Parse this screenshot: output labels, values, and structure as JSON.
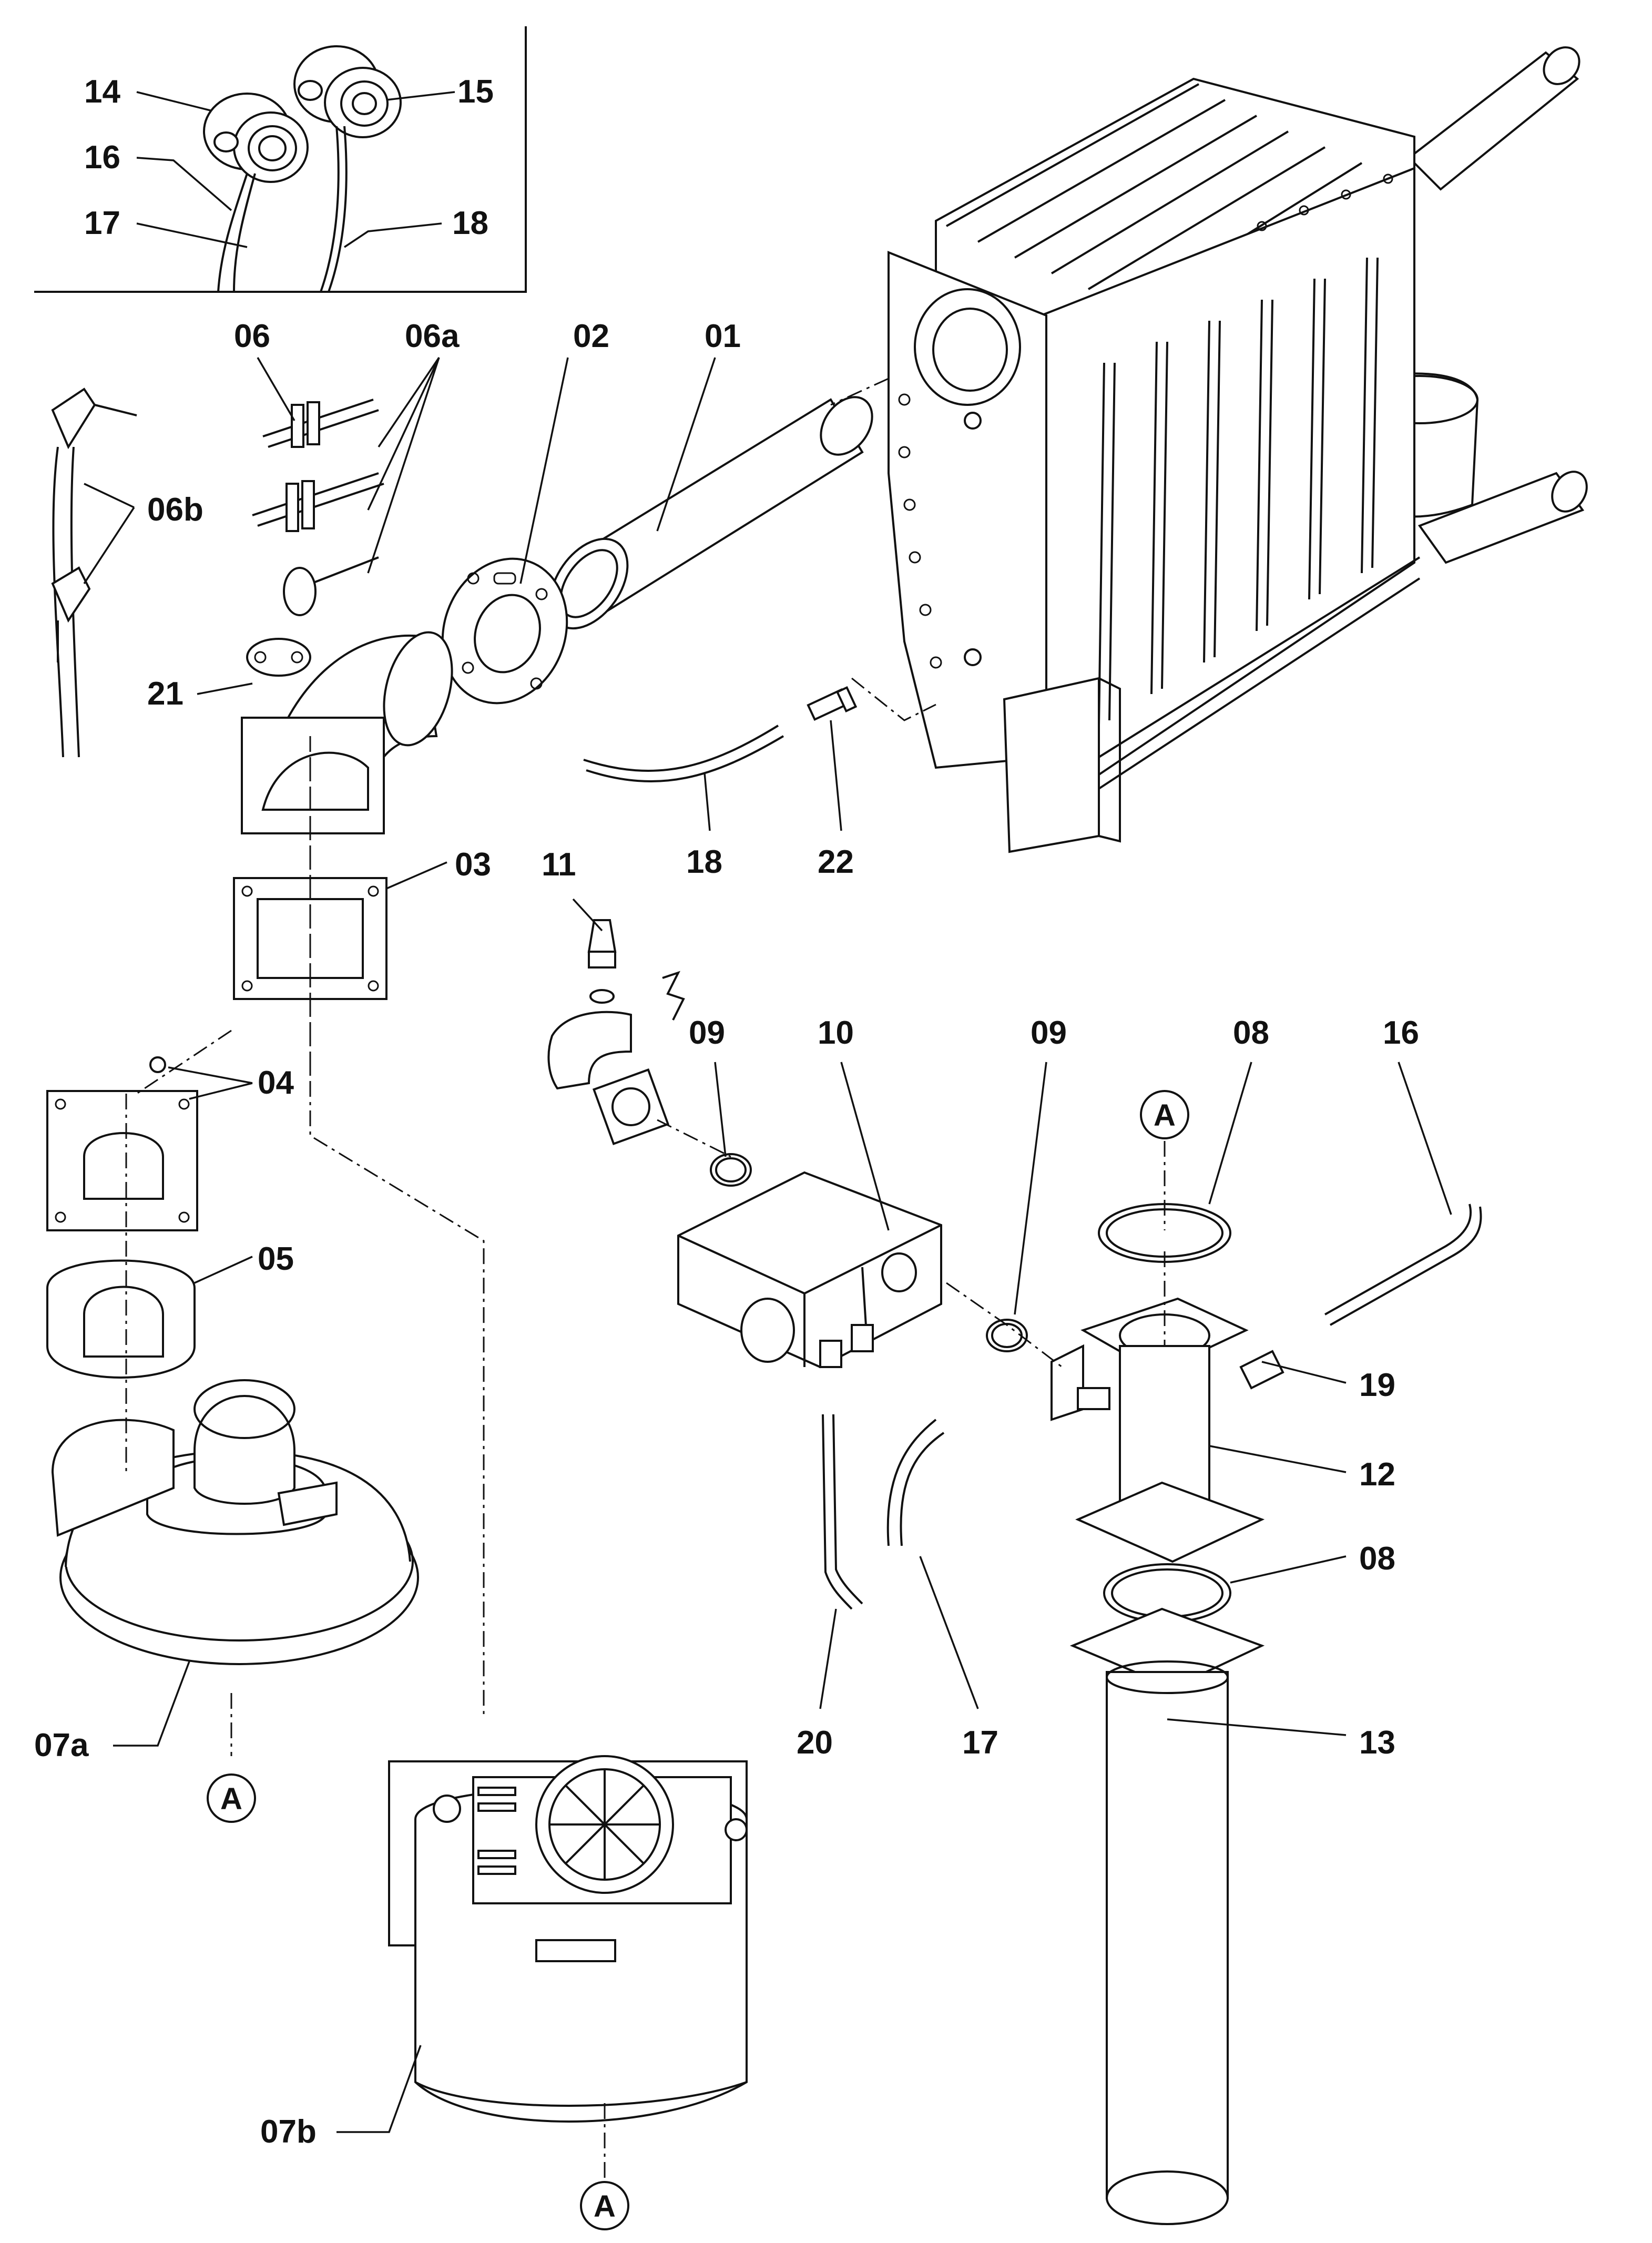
{
  "diagram": {
    "labels": {
      "p14": "14",
      "p15": "15",
      "p16_inset": "16",
      "p17_inset": "17",
      "p18_inset": "18",
      "p06": "06",
      "p06a": "06a",
      "p02": "02",
      "p01": "01",
      "p06b": "06b",
      "p21": "21",
      "p18": "18",
      "p22": "22",
      "p03": "03",
      "p11": "11",
      "p04": "04",
      "p09_left": "09",
      "p10": "10",
      "p09_right": "09",
      "p08_top": "08",
      "p16": "16",
      "p05": "05",
      "p19": "19",
      "p12": "12",
      "p08_mid": "08",
      "p07a": "07a",
      "p20": "20",
      "p17": "17",
      "p13": "13",
      "p07b": "07b"
    },
    "references": {
      "ref_top": "A",
      "ref_left": "A",
      "ref_bottom": "A"
    }
  }
}
